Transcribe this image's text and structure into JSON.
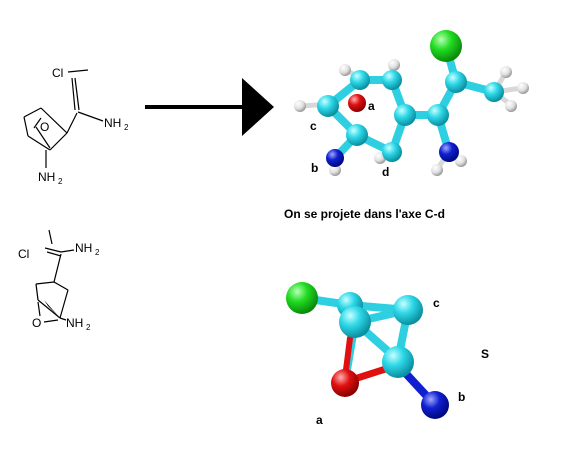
{
  "structure_2d_top": {
    "cl": "Cl",
    "nh2_right": "NH",
    "nh2_right_sub": "2",
    "o": "O",
    "nh2_bottom": "NH",
    "nh2_bottom_sub": "2"
  },
  "structure_2d_bottom": {
    "cl": "Cl",
    "nh2_top": "NH",
    "nh2_top_sub": "2",
    "o": "O",
    "nh2_bottom": "NH",
    "nh2_bottom_sub": "2"
  },
  "model_3d_top": {
    "label_a": "a",
    "label_b": "b",
    "label_c": "c",
    "label_d": "d"
  },
  "caption": "On se projete dans l'axe C-d",
  "model_3d_bottom": {
    "label_a": "a",
    "label_b": "b",
    "label_c": "c",
    "label_s": "S"
  },
  "colors": {
    "carbon": "#2ecfe0",
    "chlorine": "#22dd22",
    "oxygen": "#e01010",
    "nitrogen": "#1020d0",
    "hydrogen": "#e0e0e0",
    "arrow": "#000000"
  }
}
